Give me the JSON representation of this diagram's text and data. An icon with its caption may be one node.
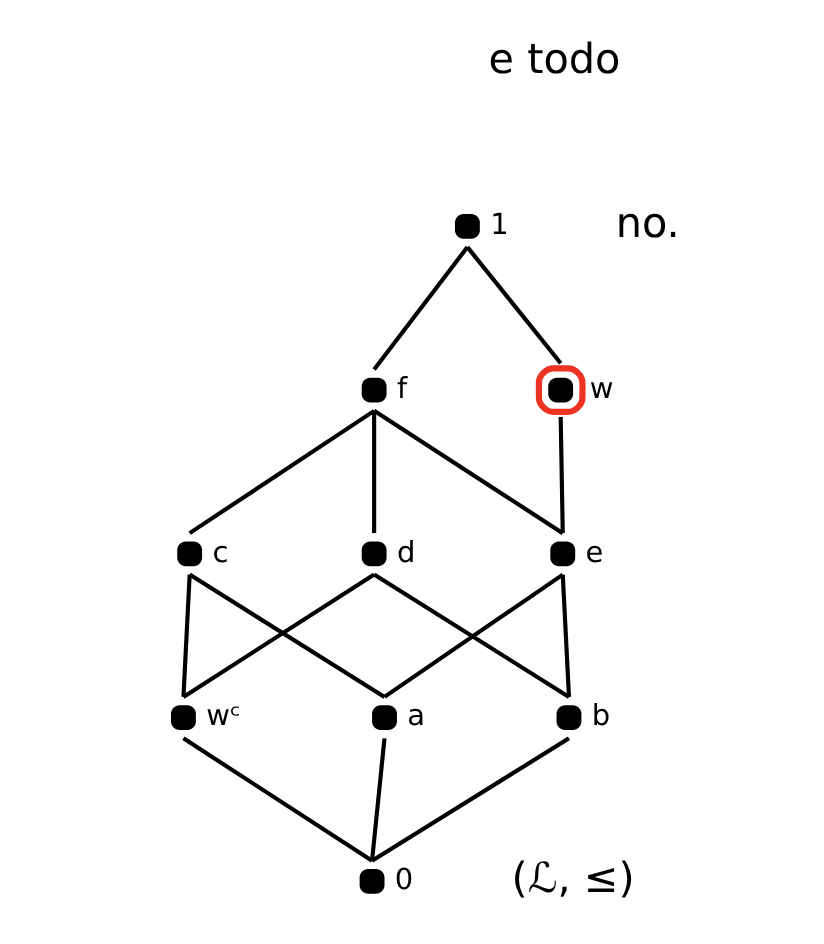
{
  "diagram": {
    "nodes": [
      {
        "text": [],
        "shape": "circle",
        "beside": [
          "1"
        ]
      },
      {
        "text": [],
        "shape": "circle",
        "beside": [
          "f"
        ]
      },
      {
        "text": [],
        "shape": "circle",
        "beside": [
          "w"
        ]
      },
      {
        "text": [],
        "shape": "circle",
        "beside": [
          "c"
        ]
      },
      {
        "text": [],
        "shape": "circle",
        "beside": [
          "d"
        ]
      },
      {
        "text": [],
        "shape": "circle",
        "beside": [
          "e"
        ]
      },
      {
        "text": [],
        "shape": "circle",
        "beside": [
          "wᶜ"
        ]
      },
      {
        "text": [],
        "shape": "circle",
        "beside": [
          "a"
        ]
      },
      {
        "text": [],
        "shape": "circle",
        "beside": [
          "b"
        ]
      },
      {
        "text": [],
        "shape": "circle",
        "beside": [
          "0"
        ]
      }
    ],
    "edges": [
      {
        "from": 0,
        "to": 1,
        "arrow": "none"
      },
      {
        "from": 0,
        "to": 2,
        "arrow": "none"
      },
      {
        "from": 1,
        "to": 3,
        "arrow": "none"
      },
      {
        "from": 1,
        "to": 4,
        "arrow": "none"
      },
      {
        "from": 1,
        "to": 5,
        "arrow": "none"
      },
      {
        "from": 2,
        "to": 5,
        "arrow": "none"
      },
      {
        "from": 3,
        "to": 6,
        "arrow": "none"
      },
      {
        "from": 3,
        "to": 7,
        "arrow": "none"
      },
      {
        "from": 4,
        "to": 6,
        "arrow": "none"
      },
      {
        "from": 4,
        "to": 8,
        "arrow": "none"
      },
      {
        "from": 5,
        "to": 7,
        "arrow": "none"
      },
      {
        "from": 5,
        "to": 8,
        "arrow": "none"
      },
      {
        "from": 6,
        "to": 9,
        "arrow": "none"
      },
      {
        "from": 7,
        "to": 9,
        "arrow": "none"
      },
      {
        "from": 8,
        "to": 9,
        "arrow": "none"
      }
    ],
    "labels": [
      "e todo",
      "no.",
      "(ℒ, ≤)"
    ]
  }
}
